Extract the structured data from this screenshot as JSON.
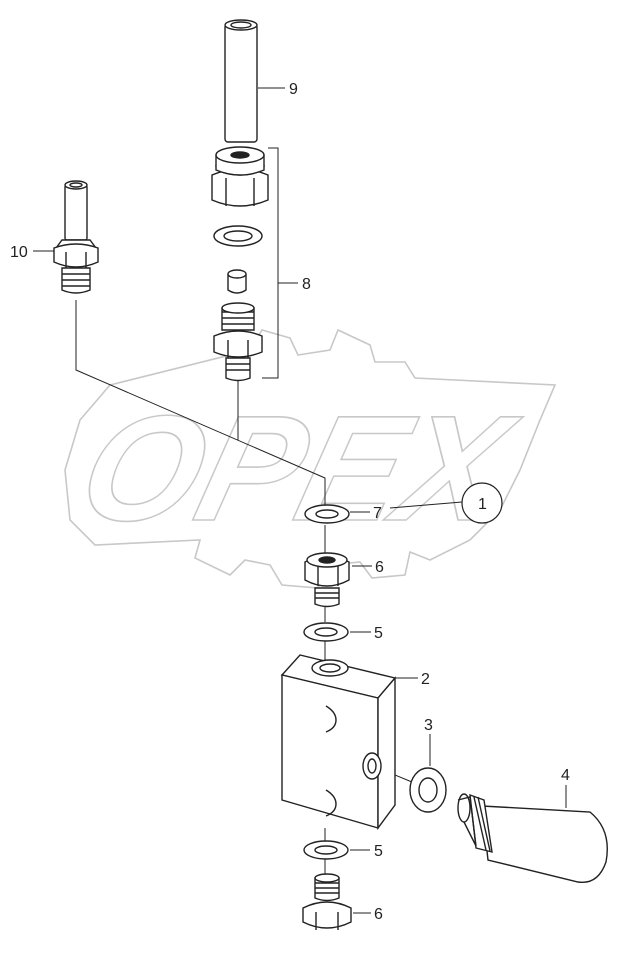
{
  "watermark": {
    "text": "OPEX"
  },
  "callouts": {
    "c1": "1",
    "c2": "2",
    "c3": "3",
    "c4": "4",
    "c5a": "5",
    "c5b": "5",
    "c6a": "6",
    "c6b": "6",
    "c7": "7",
    "c8": "8",
    "c9": "9",
    "c10": "10"
  },
  "colors": {
    "line": "#222222",
    "watermark": "#c8c8c8",
    "background": "#ffffff"
  }
}
